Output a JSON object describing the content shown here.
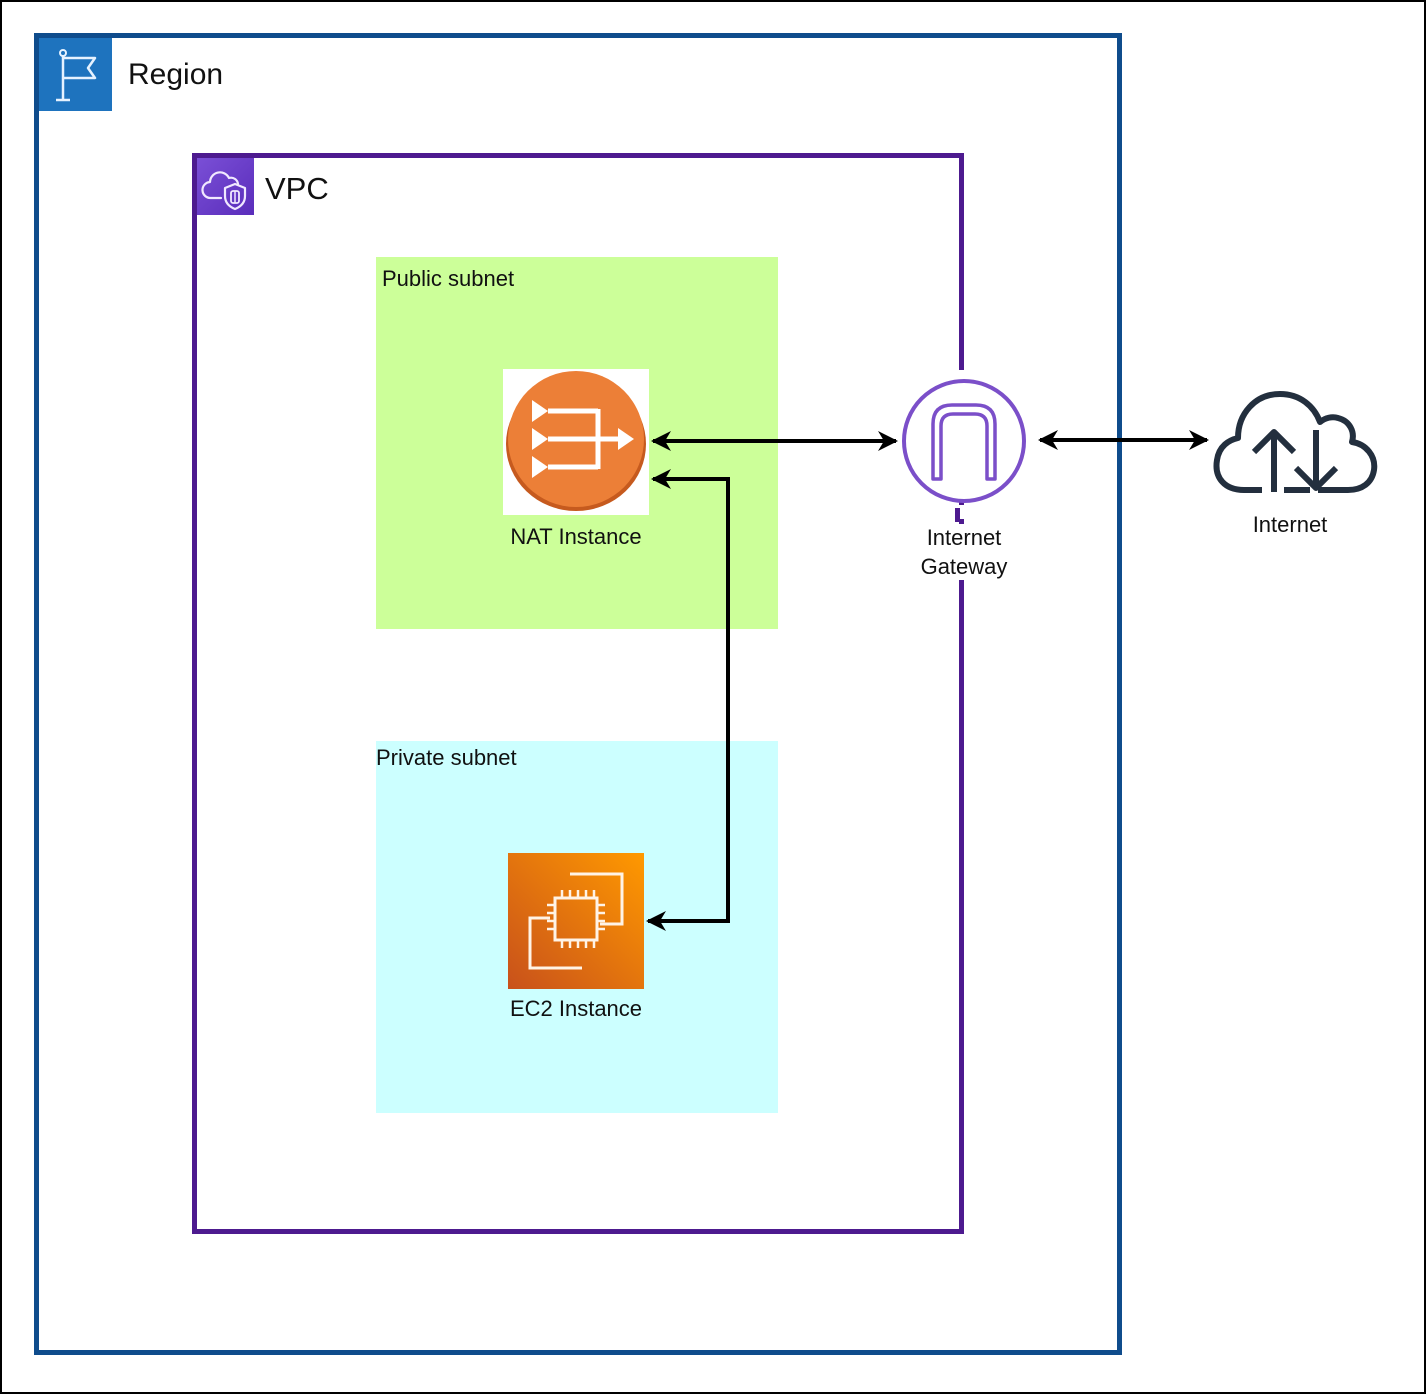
{
  "diagram": {
    "region": {
      "label": "Region",
      "icon": "flag-icon",
      "color": "#0f4c8c",
      "icon_bg": "#1e73be"
    },
    "vpc": {
      "label": "VPC",
      "icon": "cloud-shield-icon",
      "color": "#4d1a8f",
      "icon_bg": "#6a3dc8"
    },
    "subnets": [
      {
        "id": "public",
        "label": "Public subnet",
        "fill": "#ccff99"
      },
      {
        "id": "private",
        "label": "Private subnet",
        "fill": "#ccffff"
      }
    ],
    "nodes": {
      "nat": {
        "label": "NAT Instance",
        "icon": "nat-instance-icon",
        "color": "#ec7f37"
      },
      "ec2": {
        "label": "EC2 Instance",
        "icon": "ec2-chip-icon",
        "color": "#e8730f"
      },
      "igw": {
        "label_line1": "Internet",
        "label_line2": "Gateway",
        "icon": "internet-gateway-icon",
        "color": "#7b4fc9"
      },
      "internet": {
        "label": "Internet",
        "icon": "cloud-upload-download-icon",
        "color": "#232f3e"
      }
    },
    "edges": [
      {
        "from": "NAT Instance",
        "to": "Internet Gateway",
        "direction": "bidirectional"
      },
      {
        "from": "Internet Gateway",
        "to": "Internet",
        "direction": "bidirectional"
      },
      {
        "from": "EC2 Instance",
        "to": "NAT Instance",
        "direction": "bidirectional"
      }
    ]
  }
}
